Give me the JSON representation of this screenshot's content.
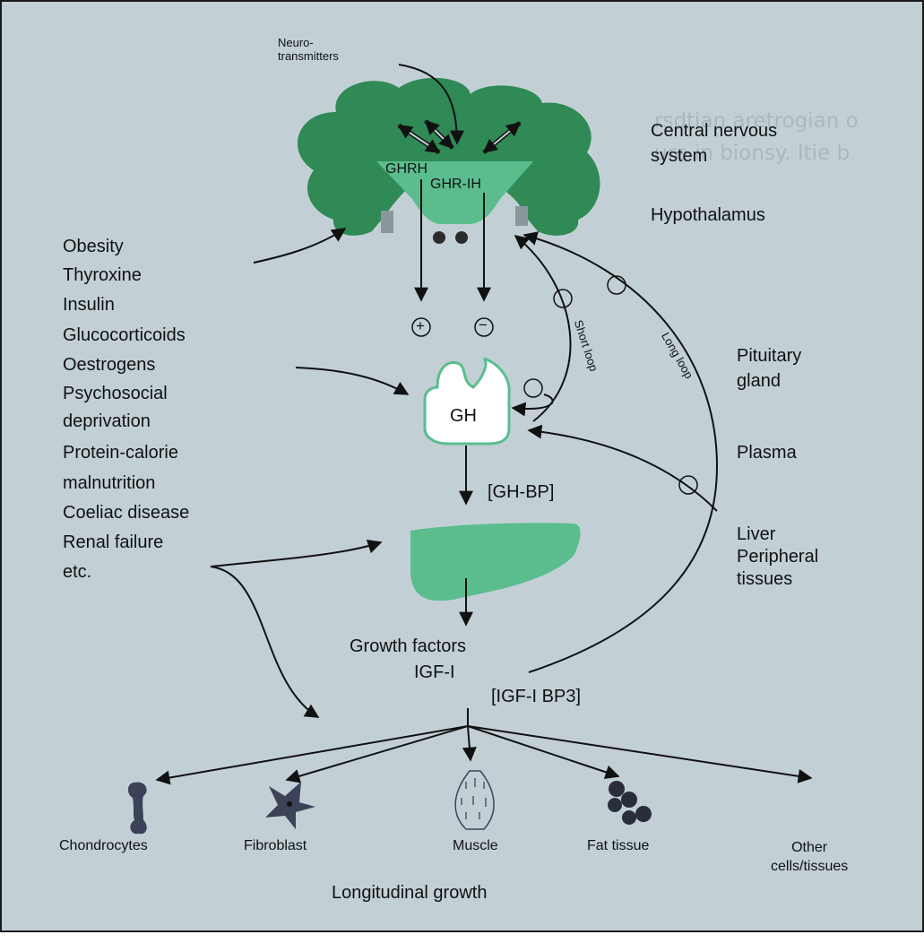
{
  "labels": {
    "neurotransmitters": "Neuro-\ntransmitters",
    "cns": "Central nervous\nsystem",
    "hypothalamus": "Hypothalamus",
    "ghrh": "GHRH",
    "ghrih": "GHR-IH",
    "plus": "+",
    "minus": "−",
    "short_loop": "Short loop",
    "long_loop": "Long loop",
    "pituitary": "Pituitary\ngland",
    "gh": "GH",
    "plasma": "Plasma",
    "gh_bp": "[GH-BP]",
    "liver": "Liver\nPeripheral\ntissues",
    "growth_factors": "Growth factors",
    "igf1": "IGF-I",
    "igf1_bp3": "[IGF-I BP3]",
    "longitudinal": "Longitudinal growth"
  },
  "factors": [
    "Obesity",
    "Thyroxine",
    "Insulin",
    "Glucocorticoids",
    "Oestrogens",
    "Psychosocial",
    "deprivation",
    "Protein-calorie",
    "malnutrition",
    "Coeliac disease",
    "Renal failure",
    "etc."
  ],
  "targets": [
    {
      "label": "Chondrocytes",
      "icon": "chondrocyte-icon"
    },
    {
      "label": "Fibroblast",
      "icon": "fibroblast-icon"
    },
    {
      "label": "Muscle",
      "icon": "muscle-icon"
    },
    {
      "label": "Fat tissue",
      "icon": "fat-cells-icon"
    },
    {
      "label": "Other\ncells/tissues",
      "icon": ""
    }
  ],
  "colors": {
    "brain_green": "#2f8a55",
    "organ_green": "#5bbd8e",
    "background": "#c2d0d6",
    "ink": "#111111"
  }
}
